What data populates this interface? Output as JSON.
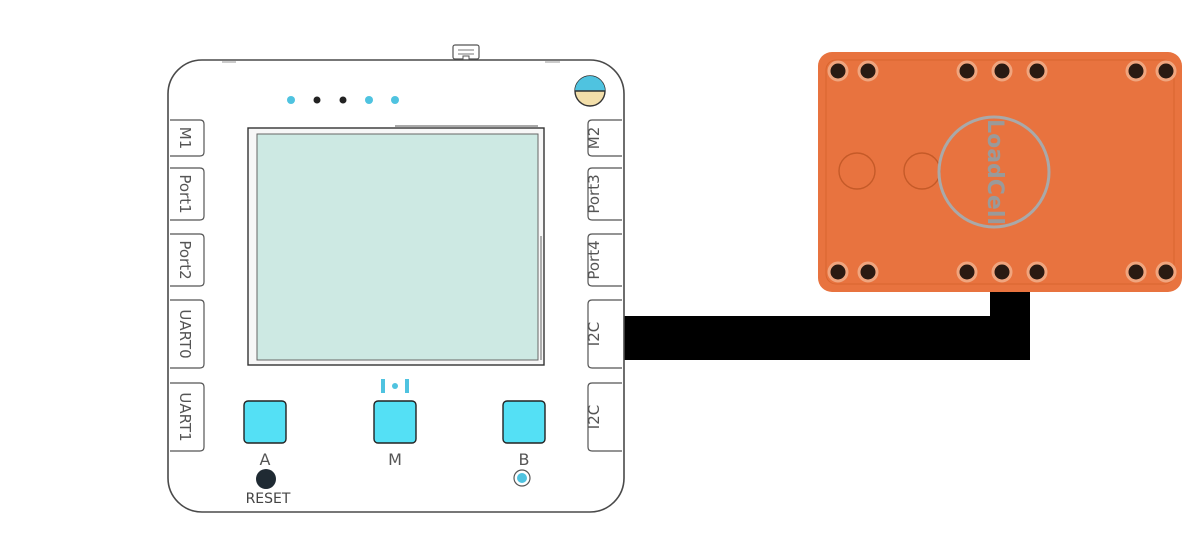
{
  "controller": {
    "ports_left": [
      "M1",
      "Port1",
      "Port2",
      "UART0",
      "UART1"
    ],
    "ports_right": [
      "M2",
      "Port3",
      "Port4",
      "I2C",
      "I2C"
    ],
    "buttons": [
      {
        "label": "A",
        "color": "#54e0f5"
      },
      {
        "label": "M",
        "color": "#54e0f5"
      },
      {
        "label": "B",
        "color": "#54e0f5"
      }
    ],
    "reset_label": "RESET",
    "screen_color": "#cde9e3",
    "accent_color": "#4fc3e0"
  },
  "sensor": {
    "logo_text": "LoadCell",
    "body_color": "#e8733f"
  },
  "cable": {
    "color": "#000000",
    "connects": "I2C"
  }
}
